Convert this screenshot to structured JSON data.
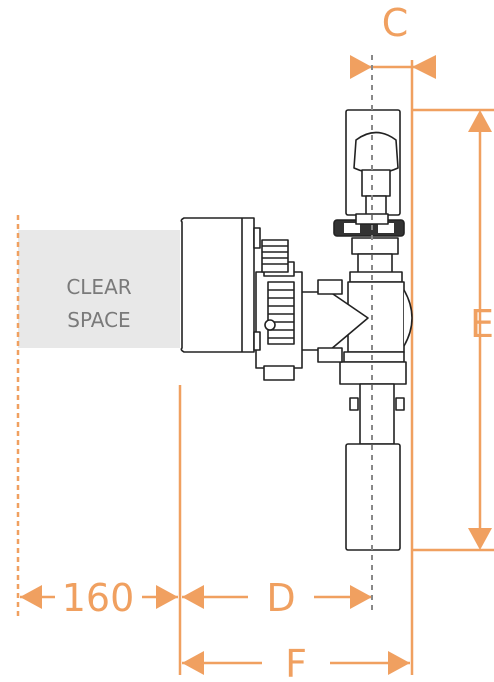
{
  "labels": {
    "clear_space_line1": "CLEAR",
    "clear_space_line2": "SPACE",
    "dim_c": "C",
    "dim_d": "D",
    "dim_e": "E",
    "dim_f": "F",
    "dim_160": "160"
  },
  "colors": {
    "dimension": "#f0a060",
    "clear_space_fill": "#e8e8e8",
    "clear_space_text": "#7a7a7a",
    "outline": "#222222",
    "centerline": "#888888"
  }
}
